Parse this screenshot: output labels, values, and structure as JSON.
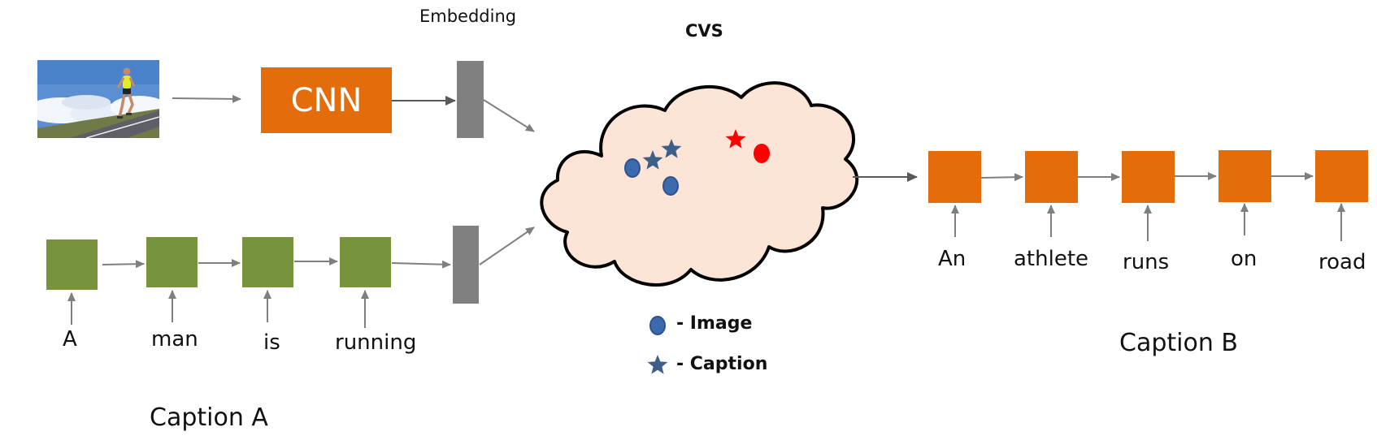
{
  "embedding_label": "Embedding",
  "cvs_label": "CVS",
  "cnn_label": "CNN",
  "caption_a": {
    "title": "Caption A",
    "words": [
      "A",
      "man",
      "is",
      "running"
    ]
  },
  "caption_b": {
    "title": "Caption B",
    "words": [
      "An",
      "athlete",
      "runs",
      "on",
      "road"
    ]
  },
  "legend": {
    "image_label": "-  Image",
    "caption_label": "-  Caption"
  },
  "colors": {
    "cnn_orange": "#E46C0A",
    "green_cell": "#77933C",
    "embedding_gray": "#808080",
    "cloud_fill": "#FCE4D6",
    "image_blue": "#3B6BAE",
    "caption_star": "#3E5F8A",
    "highlight_red": "#FF0000"
  }
}
